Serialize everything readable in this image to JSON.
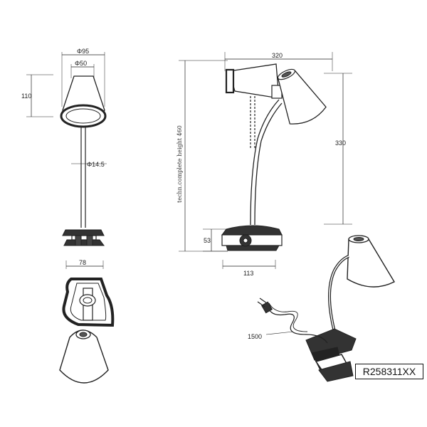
{
  "product_code": "R258311XX",
  "dimensions": {
    "shade_outer_diameter": "Φ95",
    "shade_inner_diameter": "Φ50",
    "shade_height": "110",
    "arm_diameter": "Φ14.5",
    "clip_width_front": "78",
    "total_width": "320",
    "head_height": "330",
    "clip_height": "53",
    "clip_width_side": "113",
    "cable_length": "1500",
    "complete_height": "techn.complete height 460"
  },
  "colors": {
    "line": "#222222",
    "fill_dark": "#333333",
    "paper": "#ffffff"
  }
}
